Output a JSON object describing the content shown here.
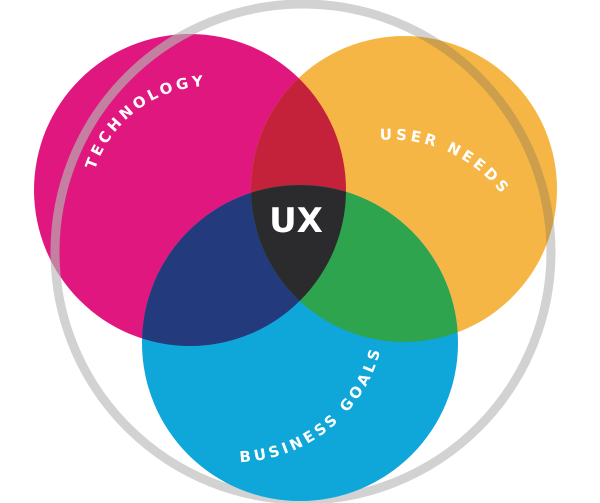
{
  "diagram": {
    "type": "venn",
    "center_label": "UX",
    "sets": [
      {
        "id": "technology",
        "label": "TECHNOLOGY",
        "color": "#E0177E"
      },
      {
        "id": "user-needs",
        "label": "USER NEEDS",
        "color": "#F5B645"
      },
      {
        "id": "business-goals",
        "label": "BUSINESS GOALS",
        "color": "#0FA6D9"
      }
    ],
    "overlaps": {
      "technology_user_needs": "#C4213A",
      "technology_business_goals": "#233A7C",
      "user_needs_business_goals": "#2EA44F",
      "all_three": "#2B2B2D"
    },
    "outer_ring_color": "#CFCFCF"
  }
}
